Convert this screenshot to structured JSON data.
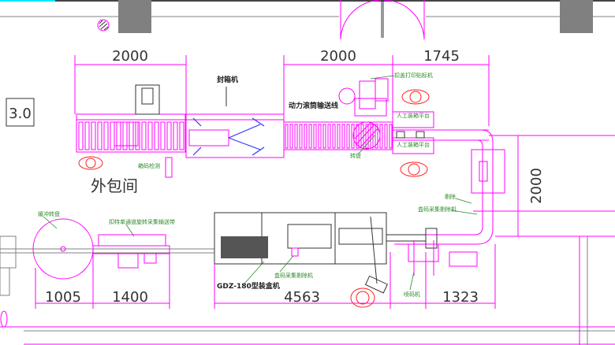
{
  "drawing": {
    "area_number": "3.0",
    "room_label": "外包间",
    "dimensions": {
      "top_left": "2000",
      "top_middle": "2000",
      "top_right": "1745",
      "right_vertical": "2000",
      "bottom_1": "1005",
      "bottom_2": "1400",
      "bottom_3": "4563",
      "bottom_4": "1323"
    },
    "labels": {
      "case_sealer": "封箱机",
      "power_roller_conveyor": "动力滚筒输送线",
      "labeler": "扣盖打印贴标机",
      "manual_packing_1": "人工装箱平台",
      "manual_packing_2": "人工装箱平台",
      "turntable_top": "转盘",
      "reject": "剔除",
      "box_code_reject_top": "盒码采集剔除机",
      "case_code_check": "箱码检测",
      "buffer_turntable": "缓冲转盘",
      "single_lane_conveyor": "扣特单通道旋转采集输送带",
      "cartoner": "GDZ-180型装盒机",
      "box_code_reject_bottom": "盒码采集剔除机",
      "inkjet": "喷码机"
    },
    "colors": {
      "equipment": "#ff00ff",
      "operator": "#ff2020",
      "callout": "#2a8a2a",
      "wall": "#808080"
    }
  }
}
